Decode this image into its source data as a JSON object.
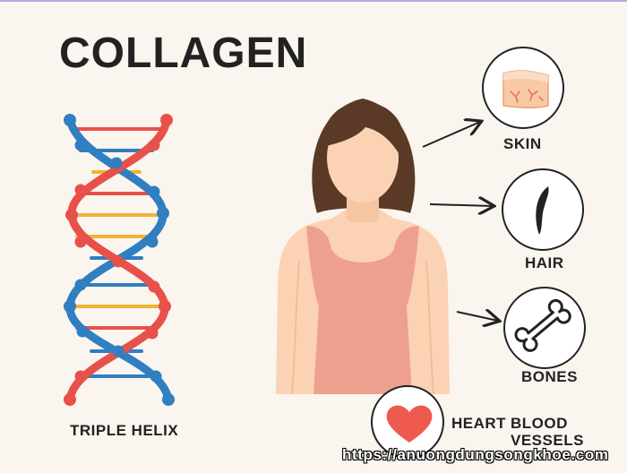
{
  "title": "COLLAGEN",
  "helix": {
    "label": "TRIPLE HELIX",
    "colors": {
      "strand_red": "#e8504a",
      "strand_blue": "#2f7fc1",
      "rung_yellow": "#f2b233",
      "rung_red": "#e8504a",
      "rung_blue": "#2f7fc1"
    }
  },
  "person": {
    "colors": {
      "skin": "#fbd3b4",
      "hair": "#5a3a26",
      "top": "#eea08e"
    }
  },
  "targets": {
    "skin": {
      "label": "SKIN",
      "icon": "skin-tissue-icon"
    },
    "hair": {
      "label": "HAIR",
      "icon": "hair-strand-icon"
    },
    "bones": {
      "label": "BONES",
      "icon": "bone-icon"
    },
    "heart": {
      "label": "HEART",
      "icon": "heart-icon"
    },
    "blood_vessels": {
      "label": "BLOOD VESSELS",
      "icon": "none"
    }
  },
  "watermark": "https://anuongdungsongkhoe.com"
}
